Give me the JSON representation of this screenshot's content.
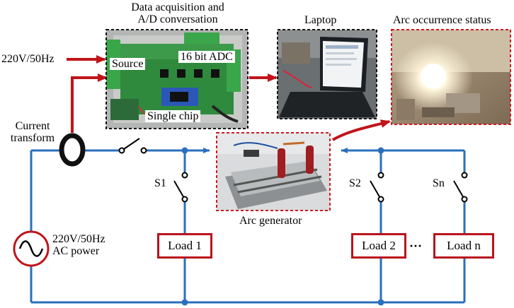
{
  "labels": {
    "daq_title_line1": "Data acquisition and",
    "daq_title_line2": "A/D conversation",
    "laptop": "Laptop",
    "arc_status": "Arc occurrence status",
    "supply_in": "220V/50Hz",
    "current_transform_line1": "Current",
    "current_transform_line2": "transform",
    "source": "Source",
    "adc": "16 bit ADC",
    "single_chip": "Single chip",
    "s1": "S1",
    "s2": "S2",
    "sn": "Sn",
    "ac_power_line1": "220V/50Hz",
    "ac_power_line2": "AC power",
    "arc_generator": "Arc generator",
    "ellipsis": "···"
  },
  "loads": [
    "Load 1",
    "Load 2",
    "Load n"
  ],
  "colors": {
    "wire_blue": "#2a6fbd",
    "arrow_red": "#c0141a",
    "load_border": "#b8141c",
    "dashed_black": "#111111",
    "dashed_red": "#d01820"
  }
}
